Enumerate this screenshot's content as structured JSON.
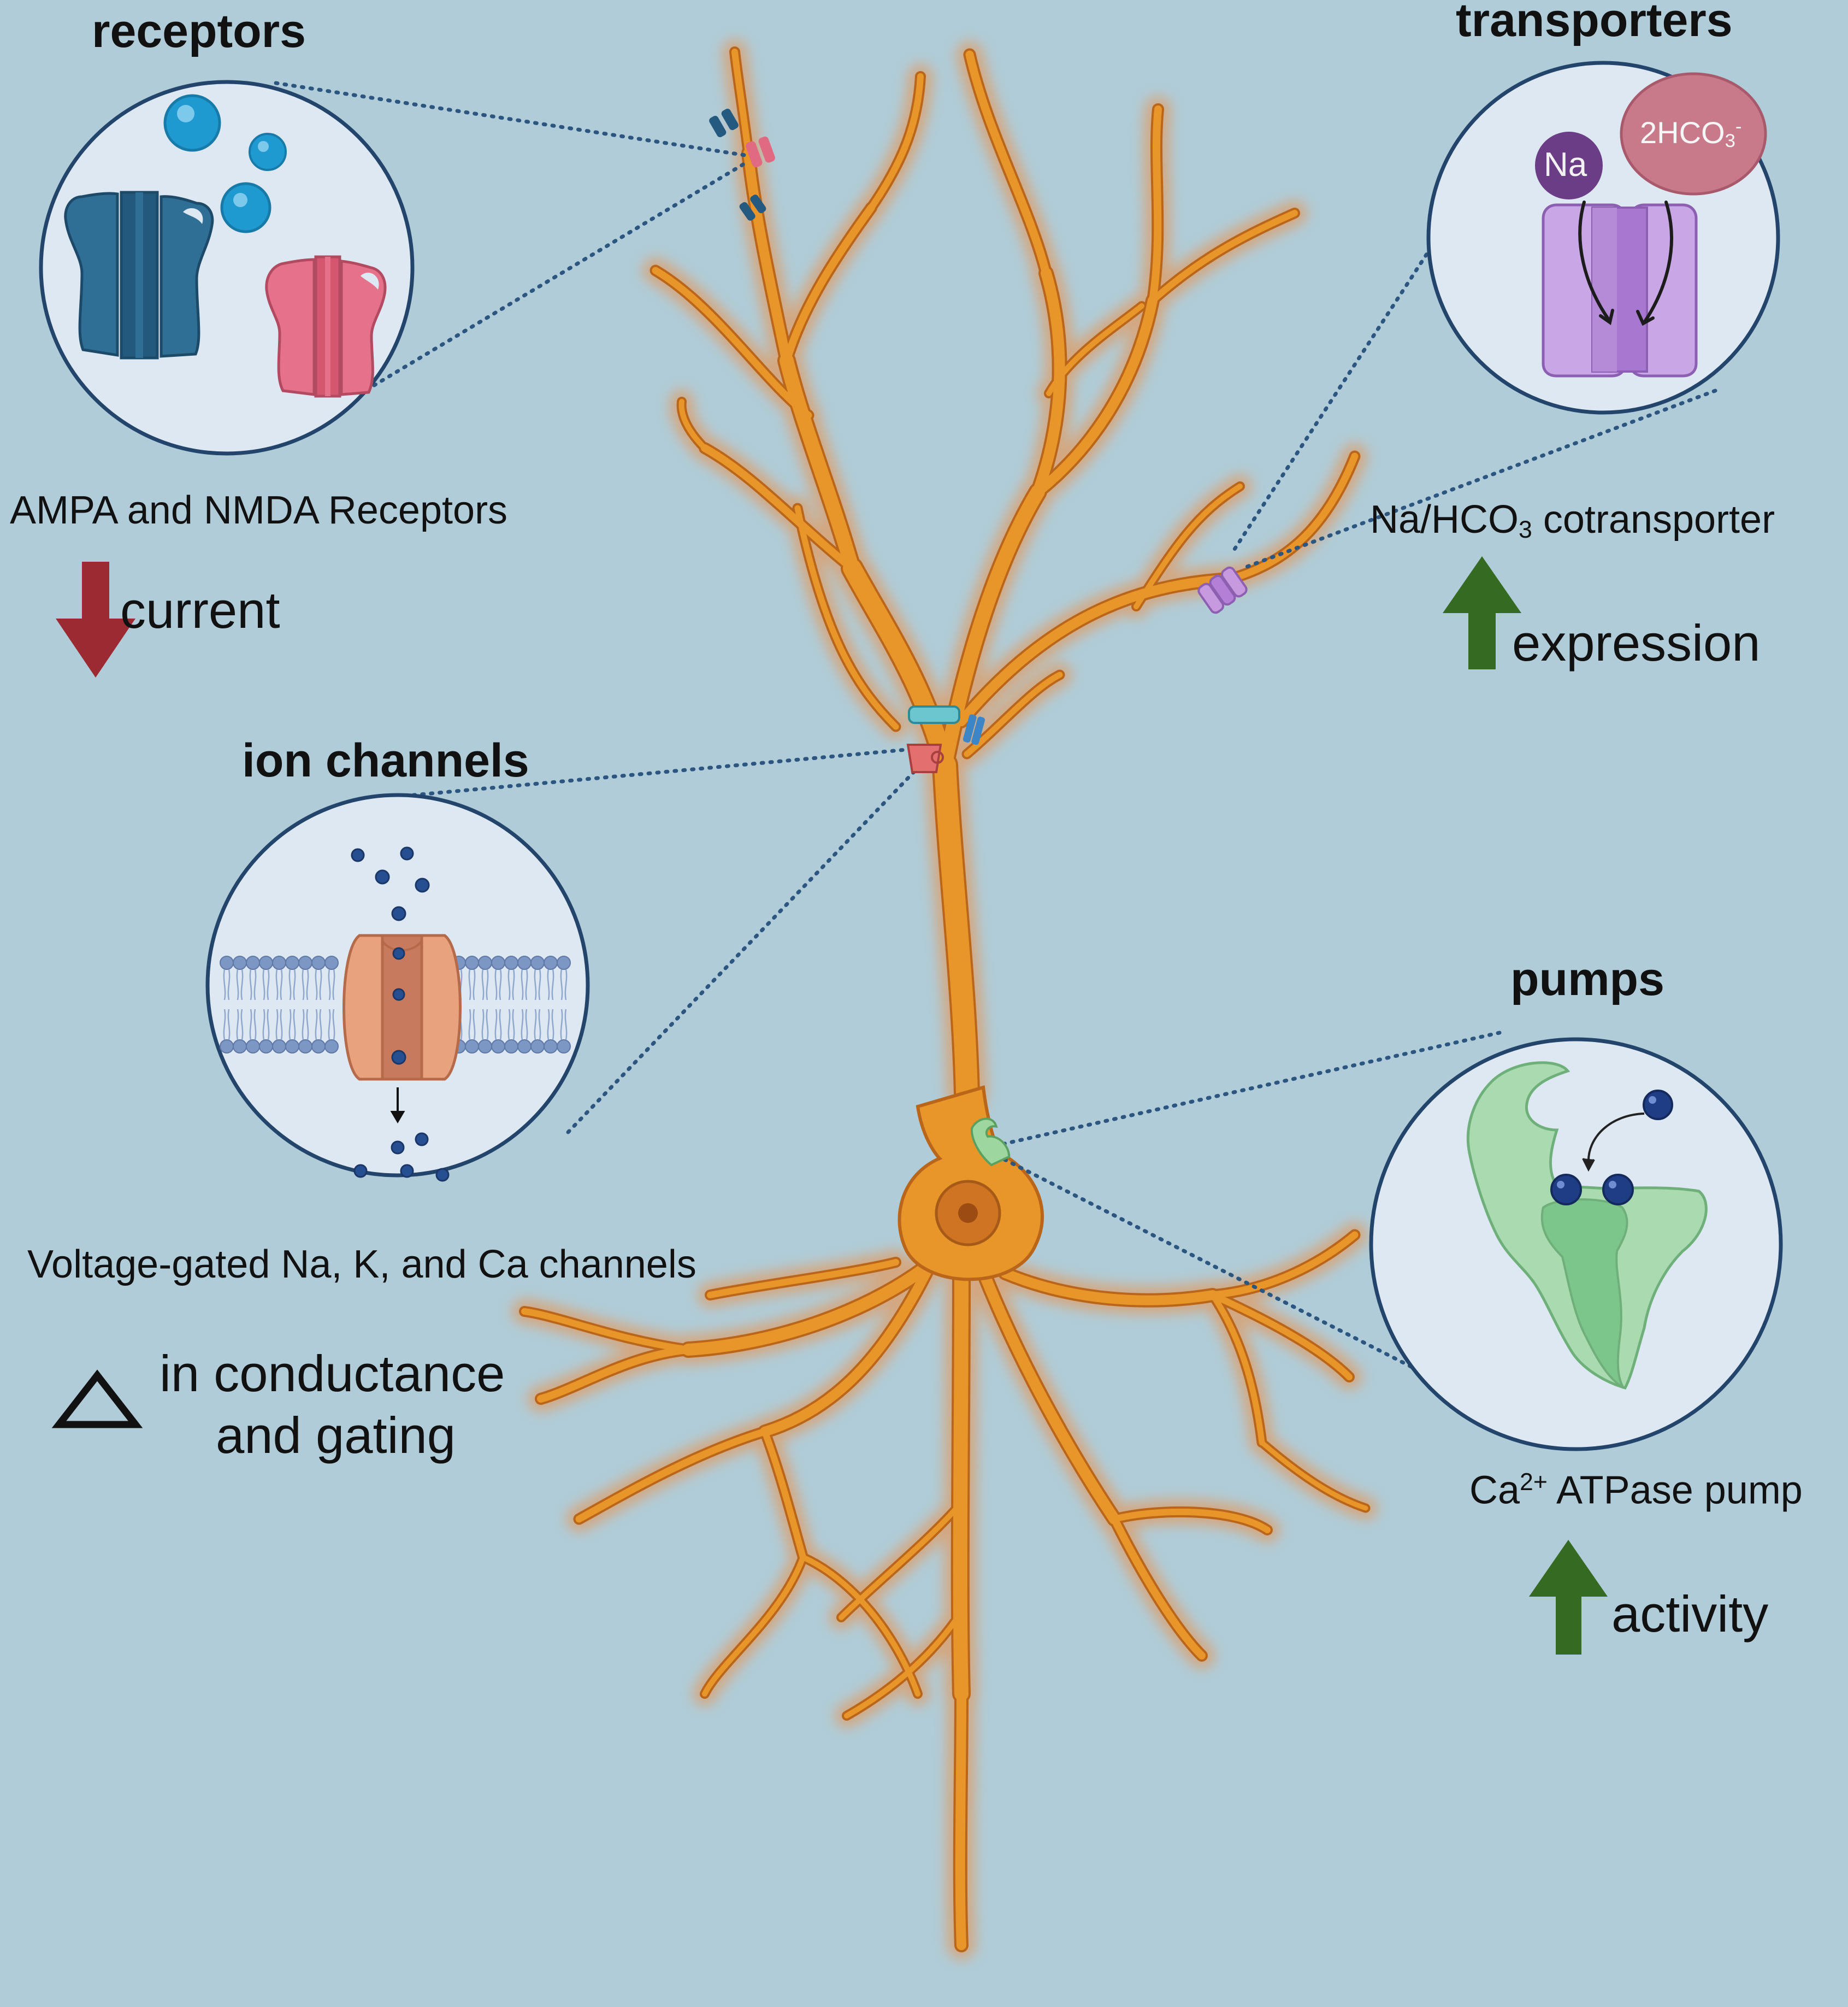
{
  "colors": {
    "background": "#b0ccd8",
    "neuron": "#e8952a",
    "neuron_outline": "#b9661a",
    "neuron_glow": "#f08a3a",
    "inset_fill": "#dde8f2",
    "inset_border": "#24456b",
    "dotted_line": "#2c5680",
    "arrow_down": "#9c2a32",
    "arrow_up": "#356a22"
  },
  "receptors": {
    "title": "receptors",
    "caption": "AMPA and NMDA Receptors",
    "effect": "current",
    "effect_icon": "down-arrow-icon"
  },
  "transporters": {
    "title": "transporters",
    "caption_prefix": "Na/HCO",
    "caption_sub": "3",
    "caption_suffix": " cotransporter",
    "effect": "expression",
    "effect_icon": "up-arrow-icon",
    "na_label": "Na",
    "hco3_label": "2HCO",
    "hco3_sub": "3",
    "hco3_sup": "-"
  },
  "ion_channels": {
    "title": "ion channels",
    "caption": "Voltage-gated Na, K, and Ca channels",
    "effect_line1": "in conductance",
    "effect_line2": "and gating",
    "effect_icon": "delta-triangle-icon"
  },
  "pumps": {
    "title": "pumps",
    "caption_prefix": "Ca",
    "caption_sup": "2+",
    "caption_suffix": " ATPase pump",
    "effect": "activity",
    "effect_icon": "up-arrow-icon"
  }
}
